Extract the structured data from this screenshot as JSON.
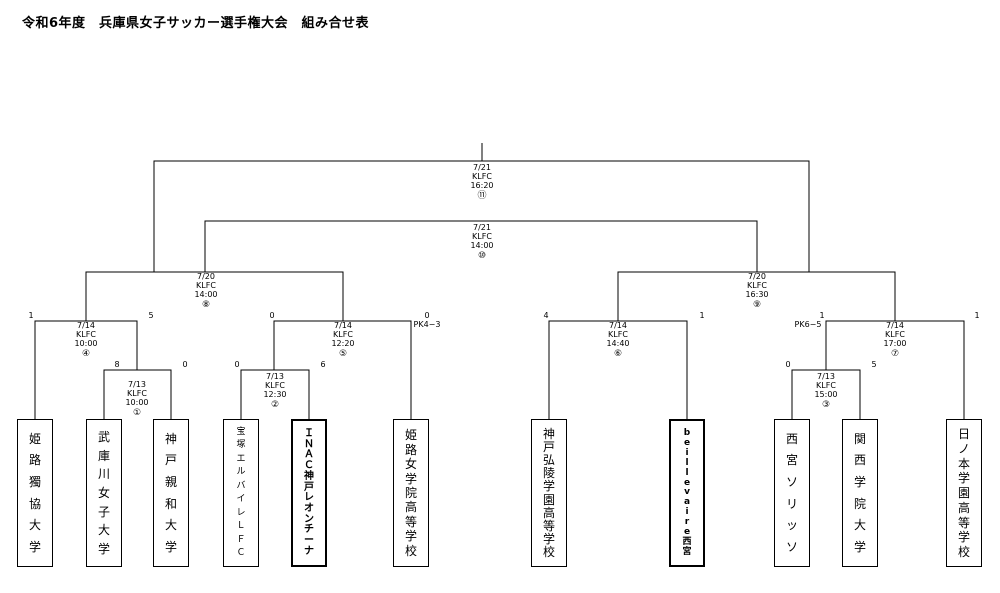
{
  "title": "令和6年度　兵庫県女子サッカー選手権大会　組み合せ表",
  "teams": [
    {
      "name": "姫路獨協大学"
    },
    {
      "name": "武庫川女子大学"
    },
    {
      "name": "神戸親和大学"
    },
    {
      "name": "宝塚エルバイレＬＦＣ"
    },
    {
      "name": "ＩＮＡＣ神戸レオンチーナ"
    },
    {
      "name": "姫路女学院高等学校"
    },
    {
      "name": "神戸弘陵学園高等学校"
    },
    {
      "name": "beillevaire西宮"
    },
    {
      "name": "西宮ソリッソ"
    },
    {
      "name": "関西学院大学"
    },
    {
      "name": "日ノ本学園高等学校"
    }
  ],
  "matches": [
    {
      "no": "①",
      "date": "7/13",
      "venue": "KLFC",
      "time": "10:00",
      "score_left": "8",
      "score_right": "0",
      "pk": ""
    },
    {
      "no": "②",
      "date": "7/13",
      "venue": "KLFC",
      "time": "12:30",
      "score_left": "0",
      "score_right": "6",
      "pk": ""
    },
    {
      "no": "③",
      "date": "7/13",
      "venue": "KLFC",
      "time": "15:00",
      "score_left": "0",
      "score_right": "5",
      "pk": ""
    },
    {
      "no": "④",
      "date": "7/14",
      "venue": "KLFC",
      "time": "10:00",
      "score_left": "1",
      "score_right": "5",
      "pk": ""
    },
    {
      "no": "⑤",
      "date": "7/14",
      "venue": "KLFC",
      "time": "12:20",
      "score_left": "0",
      "score_right": "0",
      "pk": "PK4−3"
    },
    {
      "no": "⑥",
      "date": "7/14",
      "venue": "KLFC",
      "time": "14:40",
      "score_left": "4",
      "score_right": "1",
      "pk": ""
    },
    {
      "no": "⑦",
      "date": "7/14",
      "venue": "KLFC",
      "time": "17:00",
      "score_left": "1",
      "score_right": "1",
      "pk": "PK6−5"
    },
    {
      "no": "⑧",
      "date": "7/20",
      "venue": "KLFC",
      "time": "14:00",
      "score_left": "",
      "score_right": "",
      "pk": ""
    },
    {
      "no": "⑨",
      "date": "7/20",
      "venue": "KLFC",
      "time": "16:30",
      "score_left": "",
      "score_right": "",
      "pk": ""
    },
    {
      "no": "⑩",
      "date": "7/21",
      "venue": "KLFC",
      "time": "14:00",
      "score_left": "",
      "score_right": "",
      "pk": ""
    },
    {
      "no": "⑪",
      "date": "7/21",
      "venue": "KLFC",
      "time": "16:20",
      "score_left": "",
      "score_right": "",
      "pk": ""
    }
  ]
}
